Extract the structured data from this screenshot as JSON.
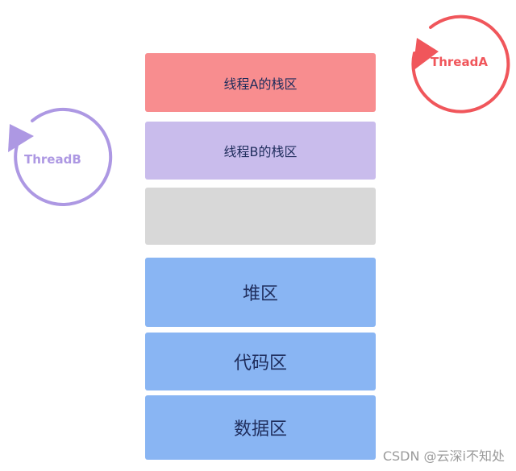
{
  "colors": {
    "thread_a": "#f0565b",
    "thread_b": "#ad98e3",
    "stack_a": "#f88d8f",
    "stack_b": "#c9bcec",
    "unused": "#d8d8d8",
    "segment": "#89b5f3",
    "text": "#1f2d5c"
  },
  "threads": {
    "a": {
      "label": "ThreadA"
    },
    "b": {
      "label": "ThreadB"
    }
  },
  "memory": {
    "stack_a": "线程A的栈区",
    "stack_b": "线程B的栈区",
    "heap": "堆区",
    "code": "代码区",
    "data": "数据区"
  },
  "watermark": "CSDN @云深i不知处"
}
